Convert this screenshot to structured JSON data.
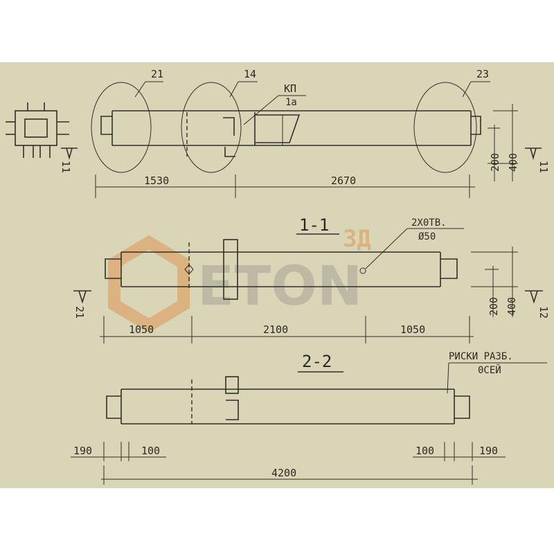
{
  "callouts": {
    "c21": "21",
    "c14": "14",
    "c23": "23",
    "kp": "КП",
    "kp_sub": "1а"
  },
  "plan": {
    "dim_left": "1530",
    "dim_right": "2670",
    "dim_200": "200",
    "dim_400": "400",
    "mark_left": "11",
    "mark_right": "11"
  },
  "section1": {
    "title": "1-1",
    "hole_note": "2Х0ТВ.",
    "hole_dia": "Ø50",
    "dim_a": "1050",
    "dim_b": "2100",
    "dim_c": "1050",
    "dim_200": "200",
    "dim_400": "400",
    "mark_left": "21",
    "mark_right": "12"
  },
  "section2": {
    "title": "2-2",
    "note_line1": "РИСКИ РАЗБ.",
    "note_line2": "0СЕЙ",
    "dim_190_left": "190",
    "dim_100_left": "100",
    "dim_100_right": "100",
    "dim_190_right": "190",
    "dim_total": "4200"
  },
  "watermark": {
    "top": "3Д",
    "brand": "ETON"
  },
  "colors": {
    "paper": "#d9d6b8",
    "ink": "#2f2f28",
    "watermark": "#e08a3c",
    "watermark_gray": "#9a9a90"
  }
}
